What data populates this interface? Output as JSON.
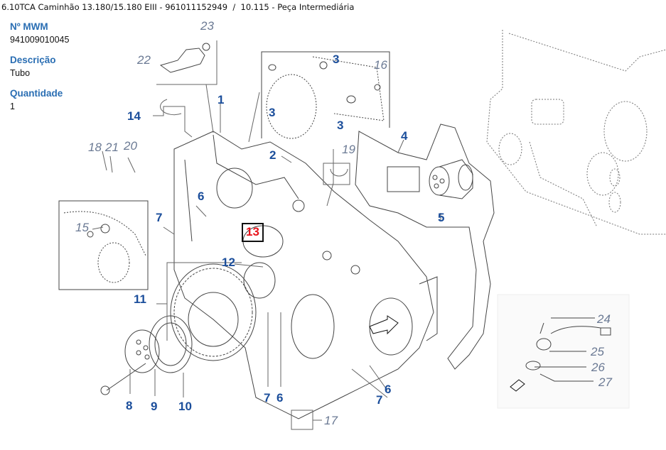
{
  "header": {
    "title": "6.10TCA Caminhão 13.180/15.180 EIII - 961011152949  /  10.115 - Peça Intermediária"
  },
  "part_info": {
    "mwm_label": "Nº MWM",
    "mwm_value": "941009010045",
    "description_label": "Descrição",
    "description_value": "Tubo",
    "quantity_label": "Quantidade",
    "quantity_value": "1"
  },
  "diagram": {
    "selected_callout": "13",
    "colors": {
      "callout_primary": "#1b4e9b",
      "callout_secondary": "#6b7a94",
      "callout_selected": "#e8141c"
    },
    "callouts": [
      {
        "id": "c1",
        "text": "1"
      },
      {
        "id": "c2",
        "text": "2"
      },
      {
        "id": "c3a",
        "text": "3"
      },
      {
        "id": "c3b",
        "text": "3"
      },
      {
        "id": "c3c",
        "text": "3"
      },
      {
        "id": "c4",
        "text": "4"
      },
      {
        "id": "c5",
        "text": "5"
      },
      {
        "id": "c6a",
        "text": "6"
      },
      {
        "id": "c6b",
        "text": "6"
      },
      {
        "id": "c6c",
        "text": "6"
      },
      {
        "id": "c7a",
        "text": "7"
      },
      {
        "id": "c7b",
        "text": "7"
      },
      {
        "id": "c7c",
        "text": "7"
      },
      {
        "id": "c8",
        "text": "8"
      },
      {
        "id": "c9",
        "text": "9"
      },
      {
        "id": "c10",
        "text": "10"
      },
      {
        "id": "c11",
        "text": "11"
      },
      {
        "id": "c12",
        "text": "12"
      },
      {
        "id": "c13",
        "text": "13"
      },
      {
        "id": "c14",
        "text": "14"
      },
      {
        "id": "c15",
        "text": "15"
      },
      {
        "id": "c16",
        "text": "16"
      },
      {
        "id": "c17",
        "text": "17"
      },
      {
        "id": "c18",
        "text": "18"
      },
      {
        "id": "c19",
        "text": "19"
      },
      {
        "id": "c20",
        "text": "20"
      },
      {
        "id": "c21",
        "text": "21"
      },
      {
        "id": "c22",
        "text": "22"
      },
      {
        "id": "c23",
        "text": "23"
      },
      {
        "id": "c24",
        "text": "24"
      },
      {
        "id": "c25",
        "text": "25"
      },
      {
        "id": "c26",
        "text": "26"
      },
      {
        "id": "c27",
        "text": "27"
      }
    ]
  }
}
